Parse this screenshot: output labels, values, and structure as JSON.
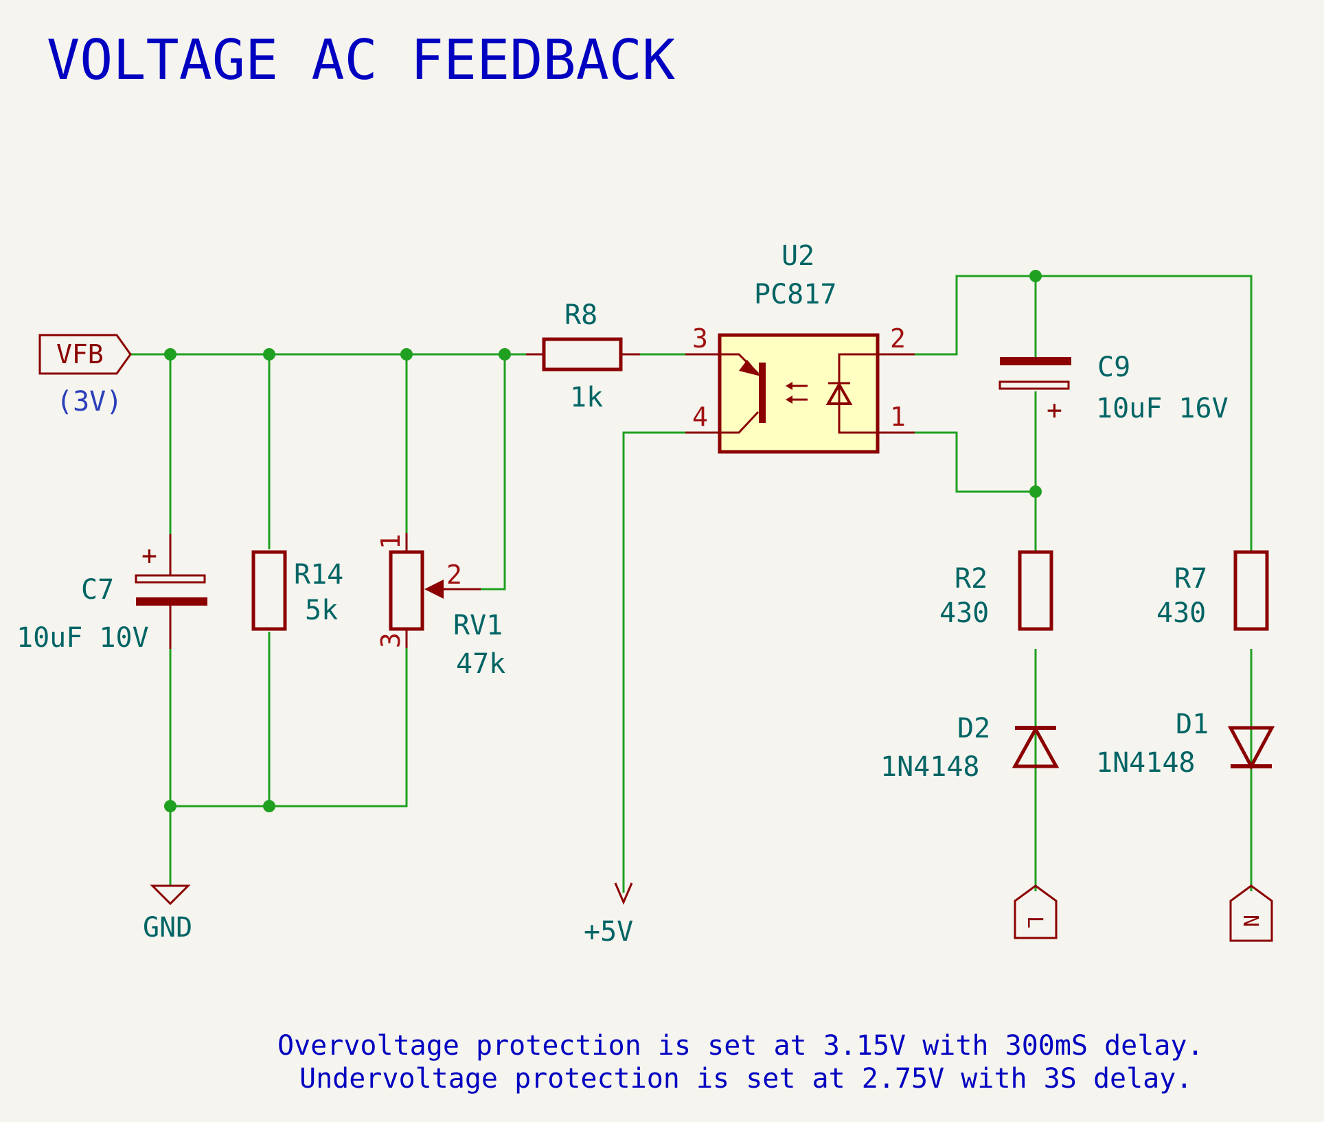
{
  "title": "VOLTAGE AC FEEDBACK",
  "notes": [
    "Overvoltage protection is set at 3.15V with 300mS delay.",
    "Undervoltage protection is set at 2.75V with 3S delay."
  ],
  "net_labels": {
    "vfb": "VFB",
    "vfb_value": "(3V)",
    "gnd": "GND",
    "vcc": "+5V",
    "line": "L",
    "neutral": "N"
  },
  "components": {
    "c7": {
      "ref": "C7",
      "value": "10uF 10V",
      "plus": "+"
    },
    "r14": {
      "ref": "R14",
      "value": "5k"
    },
    "rv1": {
      "ref": "RV1",
      "value": "47k",
      "pins": [
        "1",
        "2",
        "3"
      ]
    },
    "r8": {
      "ref": "R8",
      "value": "1k"
    },
    "u2": {
      "ref": "U2",
      "value": "PC817",
      "pins": [
        "1",
        "2",
        "3",
        "4"
      ]
    },
    "c9": {
      "ref": "C9",
      "value": "10uF 16V",
      "plus": "+"
    },
    "r2": {
      "ref": "R2",
      "value": "430"
    },
    "r7": {
      "ref": "R7",
      "value": "430"
    },
    "d2": {
      "ref": "D2",
      "value": "1N4148"
    },
    "d1": {
      "ref": "D1",
      "value": "1N4148"
    }
  },
  "colors": {
    "wire": "#20a020",
    "component": "#8b0000",
    "reference_text": "#006464",
    "title_text": "#0000c0",
    "optocoupler_fill": "#ffffc2",
    "background": "#f5f4ef"
  }
}
